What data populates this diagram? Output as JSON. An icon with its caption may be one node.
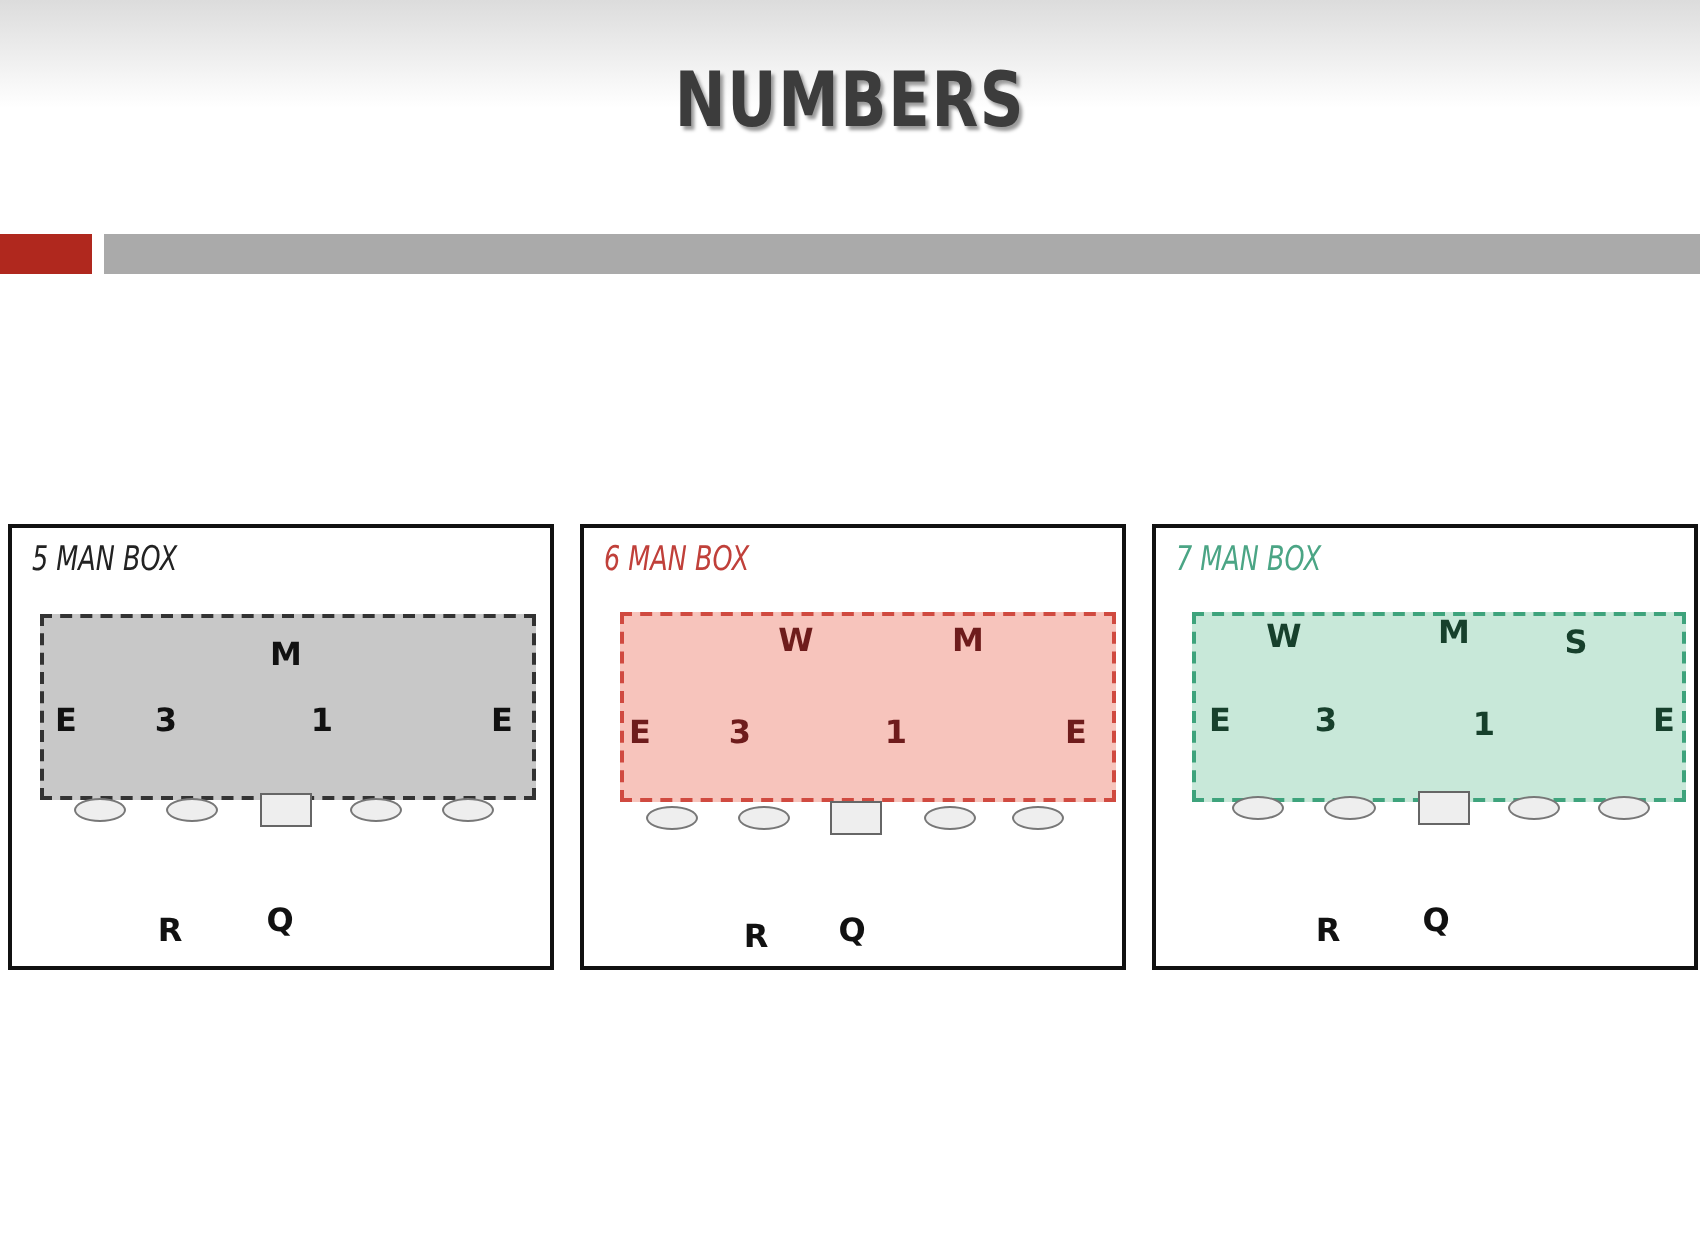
{
  "diagram": {
    "title": "NUMBERS",
    "nodes": [
      {
        "text": [
          "5 MAN BOX"
        ]
      },
      {
        "text": [],
        "shape": "box",
        "in": 0
      },
      {
        "text": [
          "6 MAN BOX"
        ]
      },
      {
        "text": [],
        "shape": "box",
        "in": 2
      },
      {
        "text": [
          "7 MAN BOX"
        ]
      },
      {
        "text": [],
        "shape": "box",
        "in": 4
      }
    ],
    "edges": [],
    "labels": [
      "M",
      "E",
      "3",
      "1",
      "E",
      "R",
      "Q",
      "W",
      "M",
      "E",
      "3",
      "1",
      "E",
      "R",
      "Q",
      "W",
      "M",
      "S",
      "E",
      "3",
      "1",
      "E",
      "R",
      "Q"
    ]
  }
}
